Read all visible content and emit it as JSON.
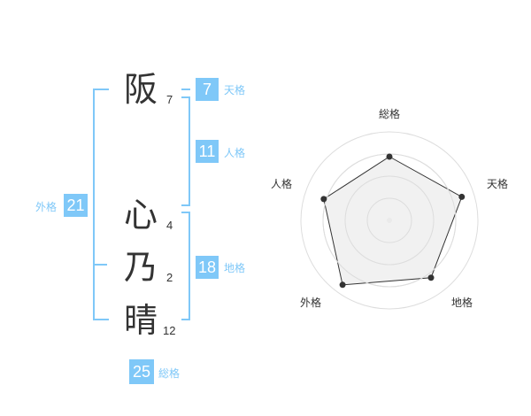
{
  "name": {
    "chars": [
      {
        "char": "阪",
        "strokes": "7"
      },
      {
        "char": "心",
        "strokes": "4"
      },
      {
        "char": "乃",
        "strokes": "2"
      },
      {
        "char": "晴",
        "strokes": "12"
      }
    ]
  },
  "fortune": {
    "tenkaku": {
      "label": "天格",
      "value": "7"
    },
    "jinkaku": {
      "label": "人格",
      "value": "11"
    },
    "chikaku": {
      "label": "地格",
      "value": "18"
    },
    "gaikaku": {
      "label": "外格",
      "value": "21"
    },
    "soukaku": {
      "label": "総格",
      "value": "25"
    }
  },
  "colors": {
    "accent": "#7fc8f8",
    "text": "#333333",
    "radar_fill": "#eeeeee",
    "radar_line": "#dddddd"
  },
  "radar": {
    "labels": [
      "総格",
      "天格",
      "地格",
      "外格",
      "人格"
    ],
    "levels": 4
  },
  "chart_data": {
    "type": "radar",
    "categories": [
      "総格",
      "天格",
      "地格",
      "外格",
      "人格"
    ],
    "values": [
      3.6,
      4.3,
      4.0,
      4.5,
      3.9
    ],
    "max": 5
  }
}
